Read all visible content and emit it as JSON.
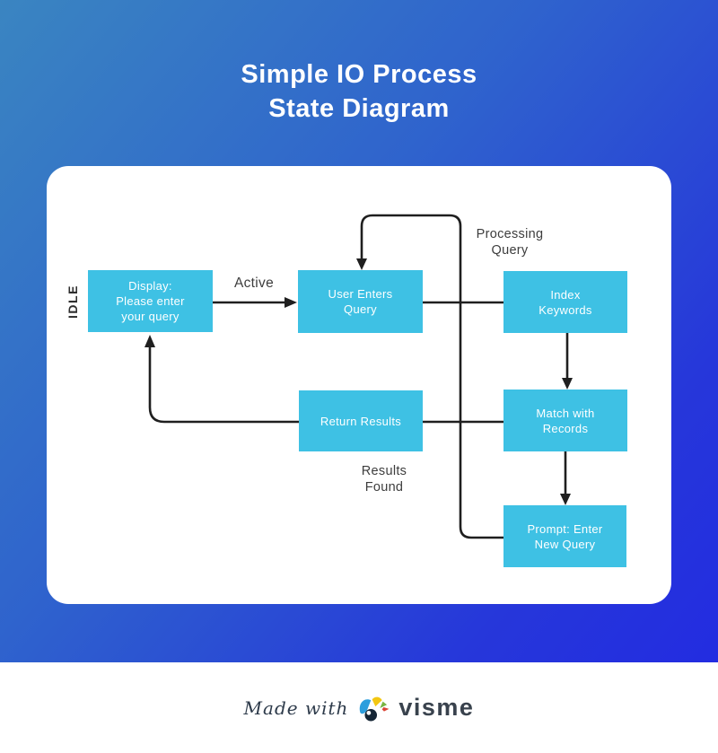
{
  "title": "Simple IO Process\nState Diagram",
  "diagram": {
    "nodes": [
      {
        "id": "display",
        "label": "Display:\nPlease enter\nyour query"
      },
      {
        "id": "user",
        "label": "User Enters\nQuery"
      },
      {
        "id": "index",
        "label": "Index\nKeywords"
      },
      {
        "id": "return",
        "label": "Return Results"
      },
      {
        "id": "match",
        "label": "Match with\nRecords"
      },
      {
        "id": "prompt",
        "label": "Prompt: Enter\nNew Query"
      }
    ],
    "edge_labels": {
      "idle": "IDLE",
      "active": "Active",
      "processing_query": "Processing\nQuery",
      "results_found": "Results\nFound"
    },
    "colors": {
      "node_fill": "#3ec1e4",
      "node_text": "#ffffff",
      "connector": "#1f1f1f",
      "label_text": "#3d3d3d",
      "background_top": "#3a85c1",
      "background_bottom": "#2229e3",
      "card": "#ffffff"
    }
  },
  "footer": {
    "made_with": "Made with",
    "brand": "visme"
  }
}
